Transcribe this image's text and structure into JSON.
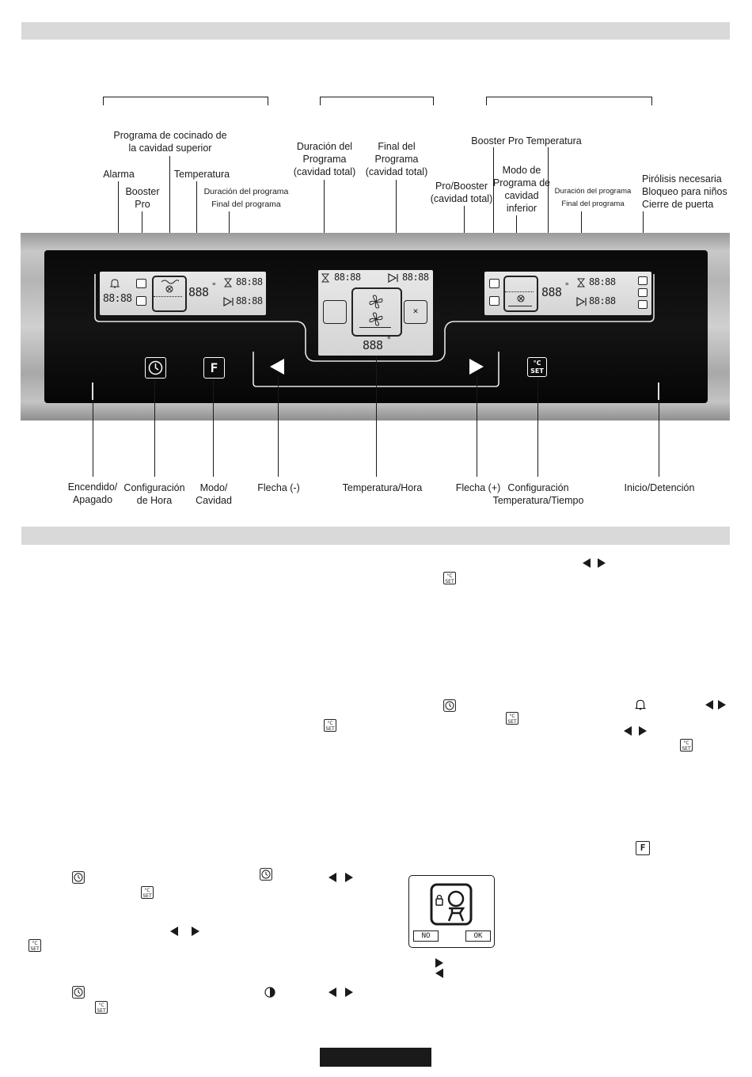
{
  "labels_top": {
    "programa_superior": "Programa de cocinado de\nla cavidad superior",
    "alarma": "Alarma",
    "booster_pro_left": "Booster\nPro",
    "temperatura_left": "Temperatura",
    "duracion_final_left": "Duración del programa\nFinal del programa",
    "duracion_total": "Duración del\nPrograma\n(cavidad total)",
    "final_total": "Final del\nPrograma\n(cavidad total)",
    "pro_booster_total": "Pro/Booster\n(cavidad total)",
    "booster_pro_temp_right": "Booster Pro  Temperatura",
    "modo_inferior": "Modo de\nPrograma de\ncavidad\ninferior",
    "duracion_final_right": "Duración del programa\nFinal del programa",
    "pirolisis": "Pirólisis necesaria\nBloqueo para niños\nCierre de puerta"
  },
  "labels_bottom": {
    "encendido": "Encendido/\nApagado",
    "config_hora": "Configuración\nde Hora",
    "modo_cavidad": "Modo/\nCavidad",
    "flecha_menos": "Flecha (-)",
    "temp_hora": "Temperatura/Hora",
    "flecha_mas": "Flecha (+)",
    "config_temp": "Configuración\nTemperatura/Tiempo",
    "inicio": "Inicio/Detención"
  },
  "display": {
    "digits_time": "88:88",
    "digits_temp": "888",
    "degree": "°"
  },
  "lock_screen": {
    "no_label": "NO",
    "ok_label": "OK"
  },
  "icons": {
    "bell": "bell-icon",
    "clock": "clock-icon",
    "mode": "mode-f-icon",
    "set": "temp-set-icon",
    "arrow_left": "arrow-left-icon",
    "arrow_right": "arrow-right-icon",
    "hourglass": "hourglass-icon",
    "end": "end-icon",
    "fan": "fan-icon",
    "half_circle": "half-circle-icon"
  },
  "set_icon_label": "°C\nSET",
  "mode_icon_label": "F"
}
